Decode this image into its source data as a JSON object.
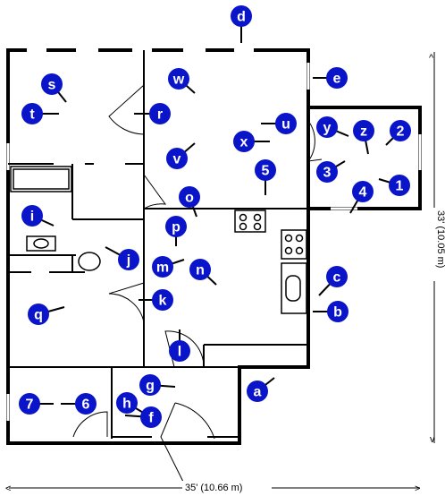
{
  "plan": {
    "dimension_width": "35' (10.66 m)",
    "dimension_height": "33' (10.05 m)",
    "colors": {
      "marker_fill": "#0a14c8",
      "marker_text": "#ffffff",
      "walls": "#000000",
      "background": "#ffffff"
    },
    "markers": [
      "d",
      "e",
      "s",
      "w",
      "r",
      "t",
      "u",
      "y",
      "z",
      "2",
      "x",
      "v",
      "3",
      "1",
      "5",
      "4",
      "o",
      "i",
      "p",
      "j",
      "m",
      "n",
      "c",
      "b",
      "k",
      "q",
      "l",
      "a",
      "g",
      "7",
      "6",
      "h",
      "f"
    ]
  }
}
